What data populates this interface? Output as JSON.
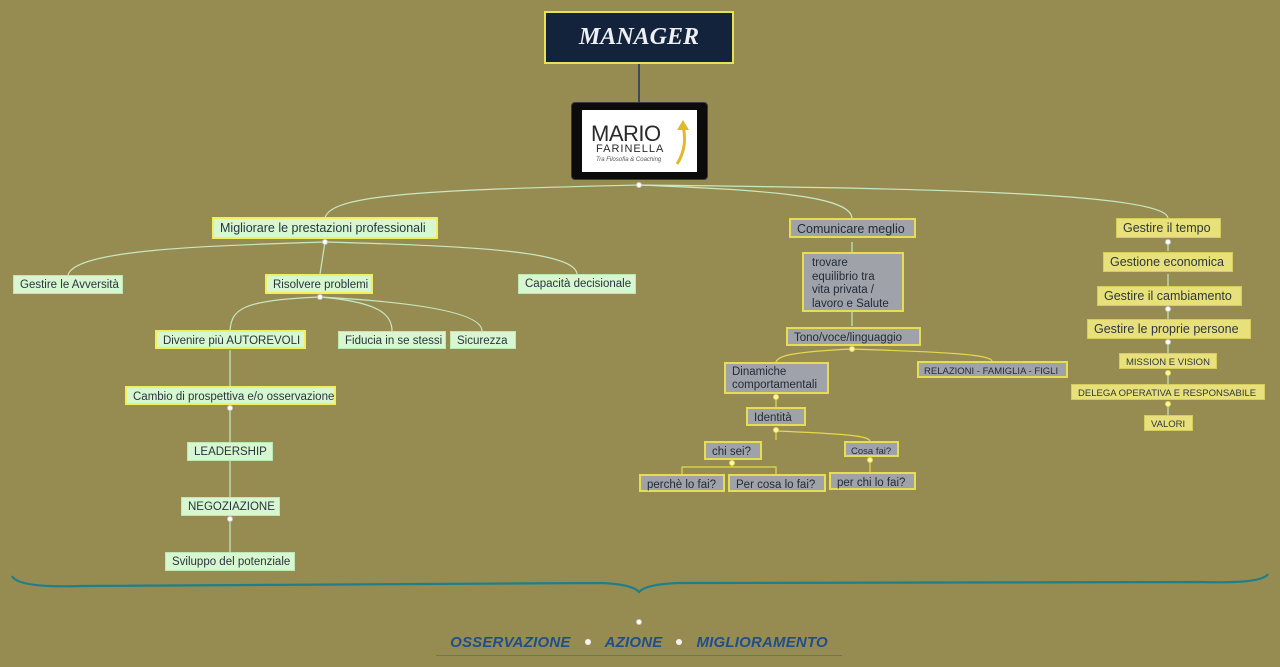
{
  "title": "MANAGER",
  "logo": {
    "name": "MARIO",
    "surname": "FARINELLA",
    "tagline": "Tra Filosofia & Coaching"
  },
  "branches": {
    "left": {
      "root": "Migliorare le prestazioni professionali",
      "gestire_avversita": "Gestire le Avversità",
      "risolvere": "Risolvere problemi",
      "capacita": "Capacità decisionale",
      "autorevoli": "Divenire  più AUTOREVOLI",
      "fiducia": "Fiducia in se stessi",
      "sicurezza": "Sicurezza",
      "prospettiva": "Cambio di prospettiva e/o osservazione",
      "leadership": "LEADERSHIP",
      "negoziazione": "NEGOZIAZIONE",
      "sviluppo": "Sviluppo del potenziale"
    },
    "center": {
      "root": "Comunicare meglio",
      "equilibrio": "trovare equilibrio tra vita privata / lavoro e Salute",
      "tono": "Tono/voce/linguaggio",
      "dinamiche": "Dinamiche comportamentali",
      "relazioni": "RELAZIONI - FAMIGLIA - FIGLI",
      "identita": "Identità",
      "chi_sei": "chi sei?",
      "cosa_fai": "Cosa fai?",
      "perche": "perchè lo fai?",
      "per_cosa": "Per cosa lo fai?",
      "per_chi": "per chi lo fai?"
    },
    "right": {
      "root": "Gestire il tempo",
      "economica": "Gestione economica",
      "cambiamento": "Gestire il cambiamento",
      "persone": "Gestire le proprie persone",
      "mission": "MISSION E VISION",
      "delega": "DELEGA OPERATIVA E RESPONSABILE",
      "valori": "VALORI"
    }
  },
  "footer": {
    "word1": "OSSERVAZIONE",
    "word2": "AZIONE",
    "word3": "MIGLIORAMENTO"
  },
  "colors": {
    "background": "#968c52",
    "title_box": "#14233c",
    "green_node": "#d6f7cf",
    "grey_node": "#9fa3a9",
    "yellow_node": "#e8e07a",
    "brace": "#1e7f8a",
    "footer_text": "#1f4e8c"
  }
}
